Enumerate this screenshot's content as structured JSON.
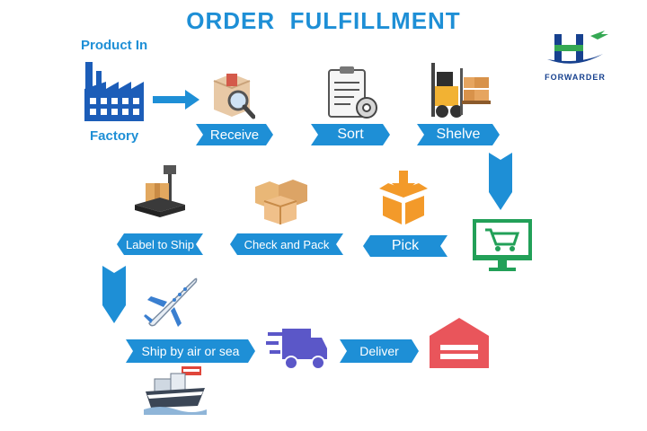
{
  "title": "ORDER  FULFILLMENT",
  "labels": {
    "product_in": "Product In",
    "factory": "Factory"
  },
  "steps": {
    "receive": "Receive",
    "sort": "Sort",
    "shelve": "Shelve",
    "pick": "Pick",
    "check_pack": "Check and Pack",
    "label_ship": "Label to Ship",
    "ship": "Ship by air or sea",
    "deliver": "Deliver"
  },
  "logo": {
    "text": "FORWARDER",
    "colors": {
      "blue": "#17418f",
      "green": "#35a853"
    }
  },
  "colors": {
    "accent": "#1e8fd6",
    "factory": "#1c5db8",
    "orange": "#f39a2a",
    "green": "#22a058",
    "truck": "#5b57c8",
    "warehouse": "#e9555b"
  }
}
